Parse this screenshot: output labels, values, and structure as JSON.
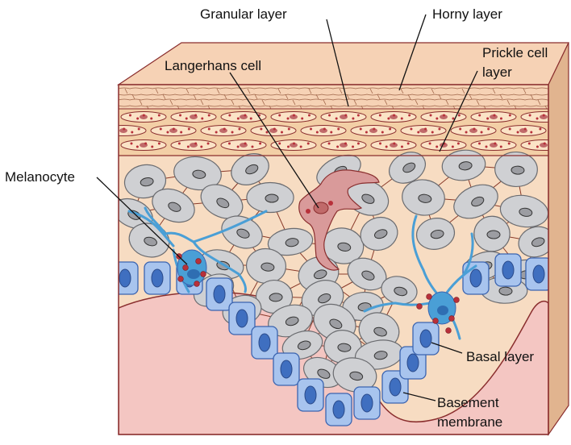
{
  "labels": {
    "granular_layer": "Granular layer",
    "horny_layer": "Horny layer",
    "langerhans_cell": "Langerhans cell",
    "prickle_cell_line1": "Prickle cell",
    "prickle_cell_line2": "layer",
    "melanocyte": "Melanocyte",
    "basal_layer": "Basal layer",
    "basement_line1": "Basement",
    "basement_line2": "membrane"
  },
  "colors": {
    "horny": "#f6d2b5",
    "granular": "#f3cfa6",
    "spinous_bg": "#f7dcc2",
    "dermis": "#f4c6c2",
    "side_face": "#e1b48f",
    "outline": "#8a2e2e",
    "cell_fill": "#cfd0d3",
    "cell_stroke": "#6b6c70",
    "basal_fill": "#a8c4ee",
    "basal_stroke": "#3b64b0",
    "melanocyte": "#4a9fd6",
    "langerhans": "#d99a9a",
    "granule": "#b8303a"
  }
}
